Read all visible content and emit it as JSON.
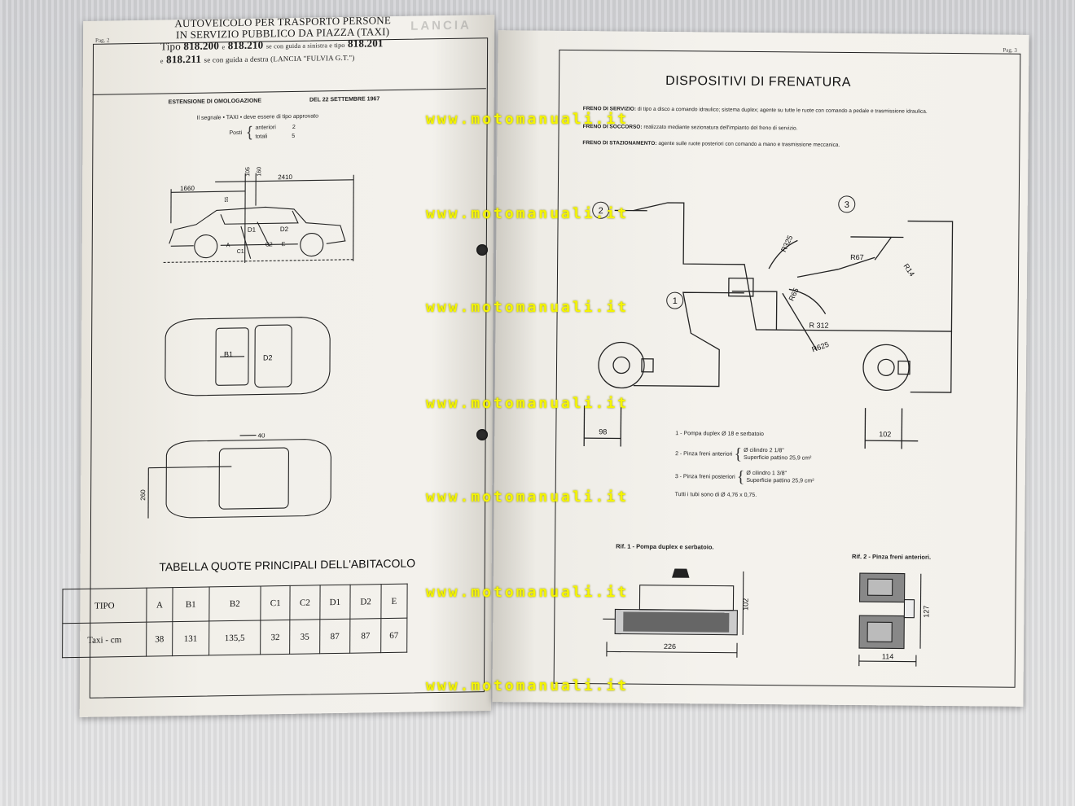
{
  "left_page": {
    "page_number": "Pag. 2",
    "header": {
      "line1": "AUTOVEICOLO PER TRASPORTO PERSONE",
      "line2": "IN SERVIZIO PUBBLICO DA PIAZZA (TAXI)",
      "line3_a": "Tipo",
      "line3_b": "818.200",
      "line3_c": "e",
      "line3_d": "818.210",
      "line3_e": "se con guida a sinistra e tipo",
      "line3_f": "818.201",
      "line4_a": "e",
      "line4_b": "818.211",
      "line4_c": "se con guida a destra (LANCIA \"FULVIA G.T.\")",
      "stamp": "LANCIA"
    },
    "approval": {
      "label": "ESTENSIONE DI OMOLOGAZIONE",
      "date": "DEL 22 SETTEMBRE 1967"
    },
    "taxi_note": "Il segnale • TAXI • deve essere di tipo approvato",
    "seats": {
      "label": "Posti",
      "front_label": "anteriori",
      "front_value": "2",
      "total_label": "totali",
      "total_value": "5"
    },
    "side_view_dims": {
      "d1660": "1660",
      "d2410": "2410",
      "d105": "105",
      "d160": "160",
      "d55": "55",
      "D1": "D1",
      "D2": "D2",
      "C1": "C1",
      "C2": "C2",
      "E": "E",
      "A": "A"
    },
    "top_view_labels": {
      "B1": "B1",
      "D2": "D2"
    },
    "plan_dims": {
      "d40": "40",
      "d260": "260"
    },
    "table_title": "TABELLA QUOTE PRINCIPALI DELL'ABITACOLO",
    "table": {
      "headers": [
        "TIPO",
        "A",
        "B1",
        "B2",
        "C1",
        "C2",
        "D1",
        "D2",
        "E"
      ],
      "row": [
        "Taxi - cm",
        "38",
        "131",
        "135,5",
        "32",
        "35",
        "87",
        "87",
        "67"
      ]
    }
  },
  "right_page": {
    "page_number": "Pag. 3",
    "title": "DISPOSITIVI DI FRENATURA",
    "brakes": [
      {
        "name": "FRENO DI SERVIZIO:",
        "text": "di tipo a disco a comando idraulico; sistema duplex; agente su tutte le ruote con comando a pedale e trasmissione idraulica."
      },
      {
        "name": "FRENO DI SOCCORSO:",
        "text": "realizzato mediante sezionatura dell'impianto del freno di servizio."
      },
      {
        "name": "FRENO DI STAZIONAMENTO:",
        "text": "agente sulle ruote posteriori con comando a mano e trasmissione meccanica."
      }
    ],
    "diagram_labels": {
      "c1": "1",
      "c2": "2",
      "c3": "3",
      "r325": "R325",
      "r67": "R67",
      "r14": "R14",
      "r65": "R65",
      "r312": "R 312",
      "r625": "R625",
      "d98": "98",
      "d102": "102"
    },
    "legend": {
      "item1": "1 - Pompa duplex Ø 18 e serbatoio",
      "item2_label": "2 - Pinza freni anteriori",
      "item2_a": "Ø cilindro 2 1/8\"",
      "item2_b": "Superficie pattino 25,9 cm²",
      "item3_label": "3 - Pinza freni posteriori",
      "item3_a": "Ø cilindro 1 3/8\"",
      "item3_b": "Superficie pattino 25,9 cm²",
      "note": "Tutti i tubi sono di Ø 4,76 x 0,75."
    },
    "fig1": {
      "caption": "Rif. 1 - Pompa duplex e serbatoio.",
      "d102": "102",
      "d226": "226"
    },
    "fig2": {
      "caption": "Rif. 2 - Pinza freni anteriori.",
      "d127": "127",
      "d114": "114"
    }
  },
  "watermark": "www.motomanuali.it",
  "colors": {
    "paper": "#f1efe9",
    "ink": "#1a1a1a",
    "watermark": "#f4f400",
    "background": "#d6d7d9"
  }
}
